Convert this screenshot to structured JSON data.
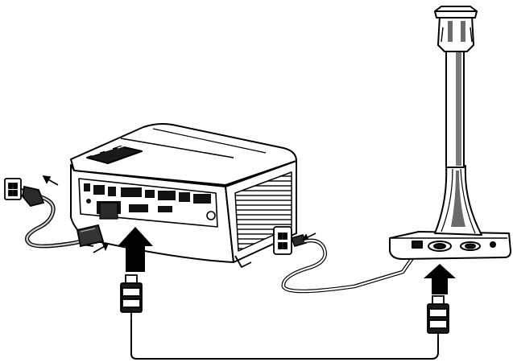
{
  "figure": {
    "kind": "connection-diagram",
    "background": "#ffffff",
    "line_color": "#000000",
    "shade_color": "#6b6b6b",
    "light_shade": "#cfcfcf",
    "components": [
      {
        "id": "projector",
        "icon": "projector-icon"
      },
      {
        "id": "document-camera",
        "icon": "document-camera-icon"
      },
      {
        "id": "projector-power-plug",
        "icon": "power-plug-icon"
      },
      {
        "id": "wall-outlet-left",
        "icon": "wall-outlet-icon"
      },
      {
        "id": "wall-outlet-center",
        "icon": "wall-outlet-icon"
      },
      {
        "id": "vga-connector-projector",
        "icon": "vga-connector-icon"
      },
      {
        "id": "vga-connector-camera",
        "icon": "vga-connector-icon"
      }
    ],
    "arrows": [
      {
        "id": "arrow-into-projector",
        "icon": "up-arrow-icon"
      },
      {
        "id": "arrow-into-camera",
        "icon": "up-arrow-icon"
      },
      {
        "id": "arrow-plug-to-outlet",
        "icon": "small-arrow-icon"
      },
      {
        "id": "arrow-cord-to-projector",
        "icon": "small-arrow-icon"
      },
      {
        "id": "arrow-outlet-left",
        "icon": "small-arrow-icon"
      }
    ]
  }
}
